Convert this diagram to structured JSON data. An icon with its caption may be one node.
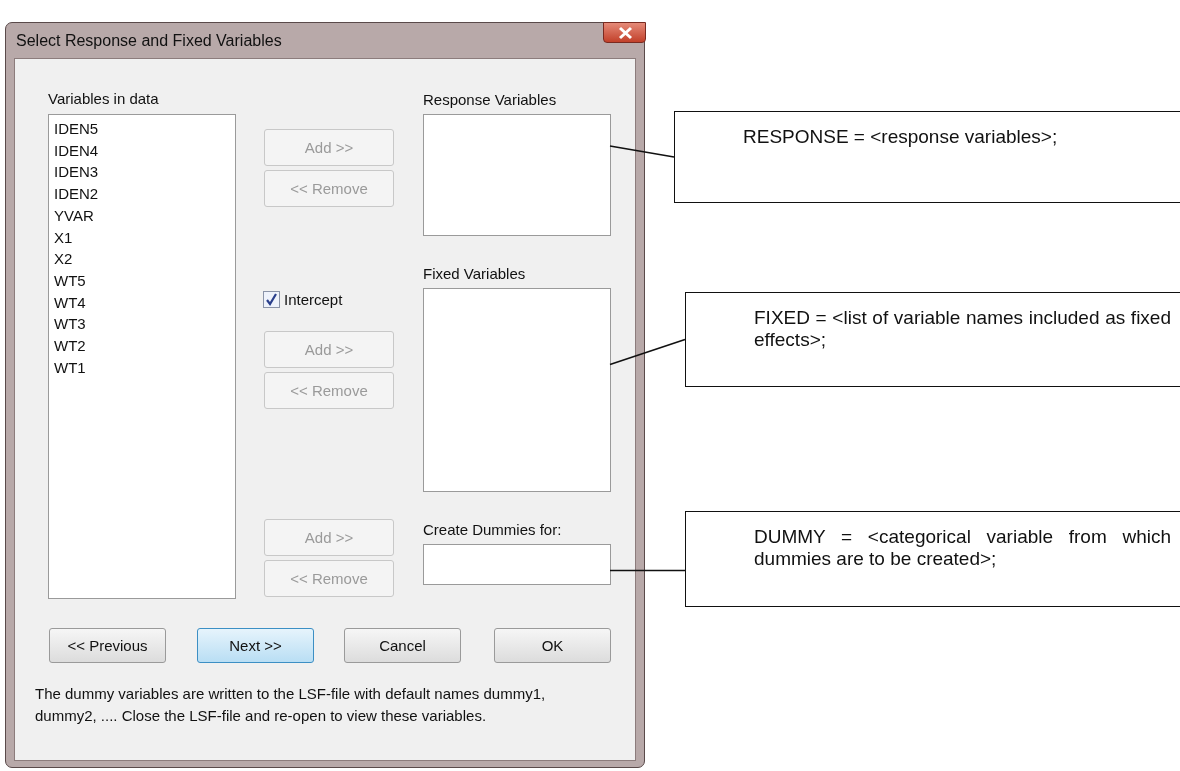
{
  "diagram": {
    "nodes": [
      {
        "text": [
          "Select Response and Fixed Variables"
        ]
      },
      {
        "text": [
          "Response Variables"
        ],
        "in": 0
      },
      {
        "text": [
          "Fixed Variables"
        ],
        "in": 0
      },
      {
        "text": [
          "Create Dummies for:"
        ],
        "in": 0
      },
      {
        "text": [
          "RESPONSE = <response variables>;"
        ]
      },
      {
        "text": [
          "FIXED = <list of variable names included as fixed effects>;"
        ]
      },
      {
        "text": [
          "DUMMY = <categorical variable from which dummies are to be created>;"
        ]
      }
    ],
    "edges": [
      {
        "from": 4,
        "to": 1,
        "arrow": "none"
      },
      {
        "from": 5,
        "to": 2,
        "arrow": "none"
      },
      {
        "from": 6,
        "to": 3,
        "arrow": "none"
      }
    ],
    "labels": [
      "Variables in data",
      "IDEN5",
      "IDEN4",
      "IDEN3",
      "IDEN2",
      "YVAR",
      "X1",
      "X2",
      "WT5",
      "WT4",
      "WT3",
      "WT2",
      "WT1",
      "Add >>",
      "<< Remove",
      "Intercept",
      "Add >>",
      "<< Remove",
      "Add >>",
      "<< Remove",
      "<< Previous",
      "Next >>",
      "Cancel",
      "OK",
      "The dummy variables are written to the LSF-file with default names dummy1, dummy2, .... Close the LSF-file and re-open to view these variables."
    ]
  }
}
